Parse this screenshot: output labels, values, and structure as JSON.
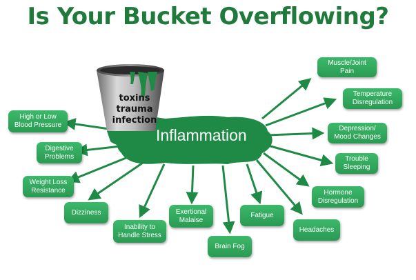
{
  "title": "Is Your Bucket Overflowing?",
  "center_label": "Inflammation",
  "bucket": {
    "lines": [
      "toxins",
      "trauma",
      "infection"
    ]
  },
  "colors": {
    "title": "#1f7a3c",
    "box": "#2fa85b",
    "blob": "#1e8a45",
    "arrow": "#1e8a45"
  },
  "symptoms": [
    {
      "id": "muscle-joint-pain",
      "label": "Muscle/Joint\nPain"
    },
    {
      "id": "temperature-disregulation",
      "label": "Temperature\nDisregulation"
    },
    {
      "id": "depression-mood-changes",
      "label": "Depression/\nMood Changes"
    },
    {
      "id": "trouble-sleeping",
      "label": "Trouble\nSleeping"
    },
    {
      "id": "hormone-disregulation",
      "label": "Hormone\nDisregulation"
    },
    {
      "id": "headaches",
      "label": "Headaches"
    },
    {
      "id": "fatigue",
      "label": "Fatigue"
    },
    {
      "id": "brain-fog",
      "label": "Brain Fog"
    },
    {
      "id": "exertional-malaise",
      "label": "Exertional\nMalaise"
    },
    {
      "id": "inability-to-handle-stress",
      "label": "Inability to\nHandle Stress"
    },
    {
      "id": "dizziness",
      "label": "Dizziness"
    },
    {
      "id": "weight-loss-resistance",
      "label": "Weight Loss\nResistance"
    },
    {
      "id": "digestive-problems",
      "label": "Digestive\nProblems"
    },
    {
      "id": "high-low-blood-pressure",
      "label": "High or Low\nBlood Pressure"
    }
  ]
}
